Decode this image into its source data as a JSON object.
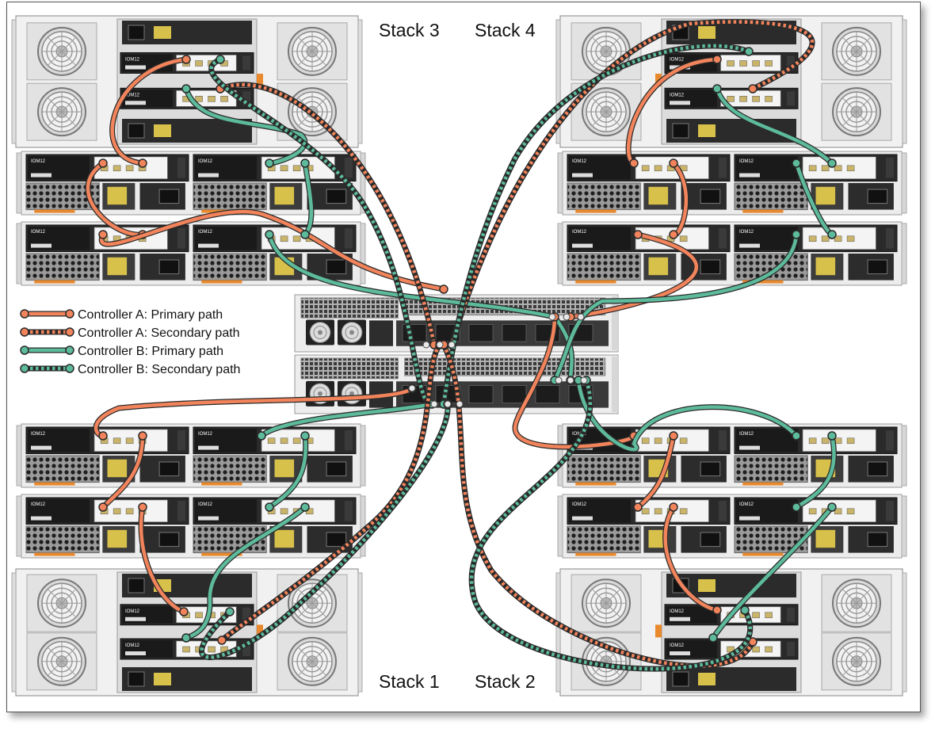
{
  "stacks": {
    "stack1": "Stack 1",
    "stack2": "Stack 2",
    "stack3": "Stack 3",
    "stack4": "Stack 4"
  },
  "legend": [
    {
      "label": "Controller A: Primary path",
      "color": "#F2845C",
      "style": "solid"
    },
    {
      "label": "Controller A: Secondary path",
      "color": "#F2845C",
      "style": "dashed"
    },
    {
      "label": "Controller B: Primary path",
      "color": "#5DBB9C",
      "style": "solid"
    },
    {
      "label": "Controller B: Secondary path",
      "color": "#5DBB9C",
      "style": "dashed"
    }
  ],
  "module_label": "IOM12",
  "colors": {
    "controller_a": "#F2845C",
    "controller_b": "#5DBB9C",
    "chassis": "#E9E9E9",
    "module": "#2A2A2A",
    "handle": "#E8892E"
  }
}
